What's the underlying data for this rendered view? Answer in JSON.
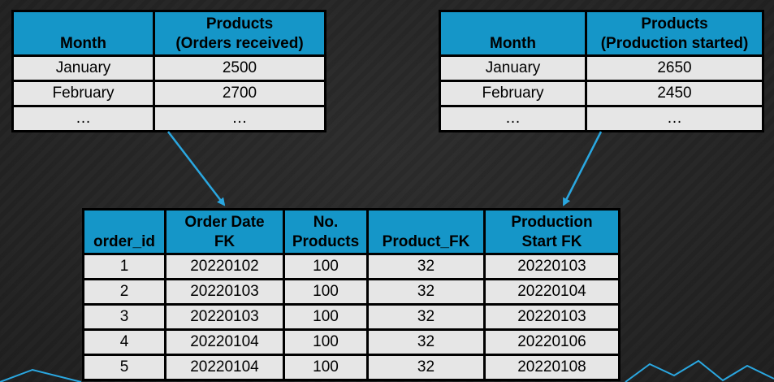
{
  "orders_table": {
    "headers": {
      "month": "Month",
      "products_l1": "Products",
      "products_l2": "(Orders received)"
    },
    "rows": [
      {
        "month": "January",
        "products": "2500"
      },
      {
        "month": "February",
        "products": "2700"
      },
      {
        "month": "…",
        "products": "…"
      }
    ]
  },
  "production_table": {
    "headers": {
      "month": "Month",
      "products_l1": "Products",
      "products_l2": "(Production started)"
    },
    "rows": [
      {
        "month": "January",
        "products": "2650"
      },
      {
        "month": "February",
        "products": "2450"
      },
      {
        "month": "…",
        "products": "…"
      }
    ]
  },
  "fact_table": {
    "headers": {
      "order_id": "order_id",
      "order_date_l1": "Order Date",
      "order_date_l2": "FK",
      "no_products_l1": "No.",
      "no_products_l2": "Products",
      "product_fk": "Product_FK",
      "production_start_l1": "Production",
      "production_start_l2": "Start FK"
    },
    "rows": [
      {
        "order_id": "1",
        "order_date": "20220102",
        "no_products": "100",
        "product_fk": "32",
        "production_start": "20220103"
      },
      {
        "order_id": "2",
        "order_date": "20220103",
        "no_products": "100",
        "product_fk": "32",
        "production_start": "20220104"
      },
      {
        "order_id": "3",
        "order_date": "20220103",
        "no_products": "100",
        "product_fk": "32",
        "production_start": "20220103"
      },
      {
        "order_id": "4",
        "order_date": "20220104",
        "no_products": "100",
        "product_fk": "32",
        "production_start": "20220106"
      },
      {
        "order_id": "5",
        "order_date": "20220104",
        "no_products": "100",
        "product_fk": "32",
        "production_start": "20220108"
      }
    ]
  },
  "colors": {
    "header_blue": "#1596c8",
    "cell_gray": "#e6e6e6",
    "arrow": "#2aa7e0",
    "background": "#262626"
  }
}
